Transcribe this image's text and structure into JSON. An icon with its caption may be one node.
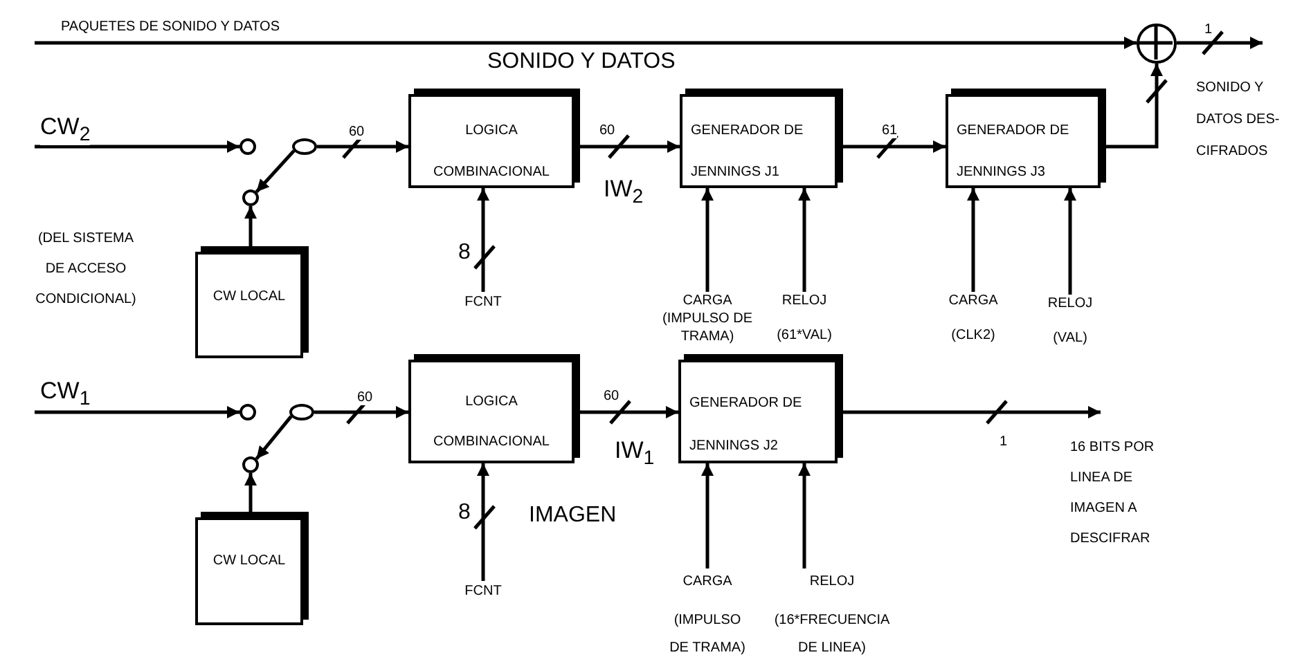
{
  "diagram": {
    "nodes": [
      {
        "text": [],
        "shape": "circle"
      },
      {
        "text": [],
        "shape": "circle"
      },
      {
        "text": [],
        "shape": "circle"
      },
      {
        "text": [
          "CW LOCAL"
        ]
      },
      {
        "text": [
          "LOGICA COMBINACIONAL"
        ]
      },
      {
        "text": [
          "FCNT"
        ]
      },
      {
        "text": [
          "GENERADOR DE JENNINGS J1"
        ]
      },
      {
        "text": [
          "GENERADOR DE JENNINGS J3"
        ]
      },
      {
        "text": [],
        "shape": "circle"
      },
      {
        "text": [
          "CARGA",
          "(IMPULSO DE TRAMA)"
        ]
      },
      {
        "text": [
          "RELOJ",
          "(61*VAL)"
        ]
      },
      {
        "text": [
          "CARGA",
          "(CLK2)"
        ]
      },
      {
        "text": [
          "RELOJ",
          "(VAL)"
        ]
      },
      {
        "text": [],
        "shape": "circle"
      },
      {
        "text": [],
        "shape": "circle"
      },
      {
        "text": [],
        "shape": "circle"
      },
      {
        "text": [
          "CW LOCAL"
        ]
      },
      {
        "text": [
          "LOGICA COMBINACIONAL"
        ]
      },
      {
        "text": [
          "FCNT"
        ]
      },
      {
        "text": [
          "GENERADOR DE JENNINGS J2"
        ]
      },
      {
        "text": [
          "CARGA",
          "(IMPULSO DE TRAMA)"
        ]
      },
      {
        "text": [
          "RELOJ",
          "(16*FRECUENCIA DE LINEA)"
        ]
      }
    ],
    "edges": [
      {
        "from": null,
        "to": 8,
        "arrow": "to",
        "label": "PAQUETES DE SONIDO Y DATOS"
      },
      {
        "from": null,
        "to": 0,
        "arrow": "to",
        "label": "CW$_{2}$"
      },
      {
        "from": 1,
        "to": 2,
        "arrow": "to"
      },
      {
        "from": 3,
        "to": 2,
        "arrow": "to"
      },
      {
        "from": 1,
        "to": 4,
        "arrow": "to",
        "label": "60"
      },
      {
        "from": 4,
        "to": 6,
        "arrow": "to",
        "label": "60"
      },
      {
        "from": 5,
        "to": 4,
        "arrow": "to",
        "label": "8"
      },
      {
        "from": 6,
        "to": 7,
        "arrow": "to",
        "label": "61"
      },
      {
        "from": 7,
        "to": 8,
        "arrow": "to"
      },
      {
        "from": 8,
        "to": null,
        "arrow": "to",
        "label": "1"
      },
      {
        "from": 9,
        "to": 6,
        "arrow": "to"
      },
      {
        "from": 10,
        "to": 6,
        "arrow": "to"
      },
      {
        "from": 11,
        "to": 7,
        "arrow": "to"
      },
      {
        "from": 12,
        "to": 7,
        "arrow": "to"
      },
      {
        "from": null,
        "to": 13,
        "arrow": "to",
        "label": "CW$_{1}$"
      },
      {
        "from": 14,
        "to": 15,
        "arrow": "to"
      },
      {
        "from": 16,
        "to": 15,
        "arrow": "to"
      },
      {
        "from": 14,
        "to": 17,
        "arrow": "to",
        "label": "60"
      },
      {
        "from": 17,
        "to": 19,
        "arrow": "to",
        "label": "60"
      },
      {
        "from": 18,
        "to": 17,
        "arrow": "to",
        "label": "8"
      },
      {
        "from": 19,
        "to": null,
        "arrow": "to",
        "label": "1"
      },
      {
        "from": 20,
        "to": 19,
        "arrow": "to"
      },
      {
        "from": 21,
        "to": 19,
        "arrow": "to"
      }
    ],
    "labels": [
      "SONIDO Y DATOS",
      "(DEL SISTEMA DE ACCESO CONDICIONAL)",
      "IW$_{2}$",
      "SONIDO Y DATOS DES- CIFRADOS",
      "IW$_{1}$",
      "IMAGEN",
      "16 BITS POR LINEA DE IMAGEN A DESCIFRAR"
    ]
  }
}
